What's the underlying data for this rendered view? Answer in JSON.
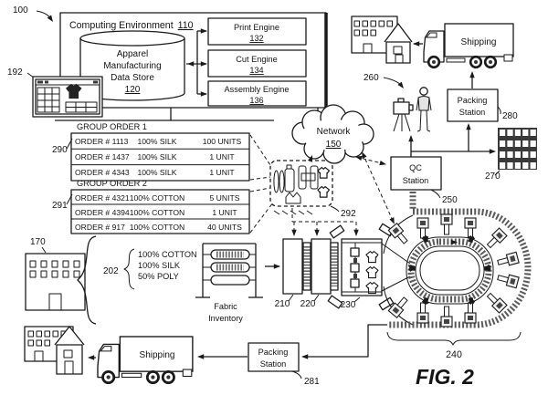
{
  "figure": {
    "label": "FIG. 2",
    "ref_system": "100"
  },
  "computing": {
    "title": "Computing Environment",
    "ref": "110",
    "display_ref": "192",
    "datastore": {
      "line1": "Apparel",
      "line2": "Manufacturing",
      "line3": "Data Store",
      "ref": "120"
    },
    "engines": [
      {
        "label": "Print Engine",
        "ref": "132"
      },
      {
        "label": "Cut Engine",
        "ref": "134"
      },
      {
        "label": "Assembly Engine",
        "ref": "136"
      }
    ]
  },
  "network": {
    "label": "Network",
    "ref": "150"
  },
  "orders": {
    "patterns_ref": "292",
    "group1": {
      "title": "GROUP ORDER 1",
      "ref": "290",
      "rows": [
        {
          "order": "ORDER # 1113",
          "material": "100% SILK",
          "units": "100 UNITS"
        },
        {
          "order": "ORDER # 1437",
          "material": "100% SILK",
          "units": "1 UNIT"
        },
        {
          "order": "ORDER # 4343",
          "material": "100% SILK",
          "units": "1 UNIT"
        }
      ]
    },
    "group2": {
      "title": "GROUP ORDER 2",
      "ref": "291",
      "rows": [
        {
          "order": "ORDER # 4321",
          "material": "100% COTTON",
          "units": "5 UNITS"
        },
        {
          "order": "ORDER # 4394",
          "material": "100% COTTON",
          "units": "1 UNIT"
        },
        {
          "order": "ORDER # 917",
          "material": "100% COTTON",
          "units": "40 UNITS"
        }
      ]
    }
  },
  "supply": {
    "building_ref": "170",
    "materials_ref": "202",
    "materials": [
      "100% COTTON",
      "100% SILK",
      "50% POLY"
    ],
    "fabric_line1": "Fabric",
    "fabric_line2": "Inventory"
  },
  "production": {
    "printer_ref": "210",
    "presser_ref": "220",
    "cutter_ref": "230",
    "carousel_ref": "240"
  },
  "qc": {
    "line1": "QC",
    "line2": "Station",
    "ref": "250",
    "camera_ref": "260",
    "storage_ref": "270"
  },
  "packing_top": {
    "line1": "Packing",
    "line2": "Station",
    "ref": "280"
  },
  "packing_bottom": {
    "line1": "Packing",
    "line2": "Station",
    "ref": "281"
  },
  "shipping_top": {
    "label": "Shipping"
  },
  "shipping_bottom": {
    "label": "Shipping"
  }
}
